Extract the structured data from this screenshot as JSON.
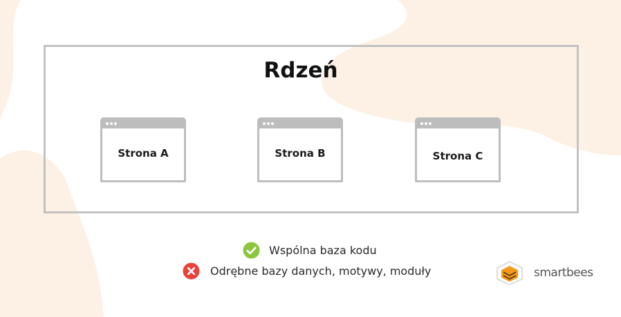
{
  "core": {
    "title": "Rdzeń"
  },
  "sites": [
    {
      "label": "Strona A"
    },
    {
      "label": "Strona B"
    },
    {
      "label": "Strona C"
    }
  ],
  "legend": [
    {
      "icon": "check-circle-icon",
      "text": "Wspólna baza kodu",
      "color": "#8cc63f"
    },
    {
      "icon": "cross-circle-icon",
      "text": "Odrębne bazy danych, motywy, moduły",
      "color": "#e8443b"
    }
  ],
  "brand": {
    "name": "smartbees",
    "icon": "smartbees-logo-icon",
    "accent": "#f39a1e"
  },
  "colors": {
    "blob": "#fdf1e6",
    "frame": "#c2c2c2",
    "window": "#bdbdbd"
  }
}
